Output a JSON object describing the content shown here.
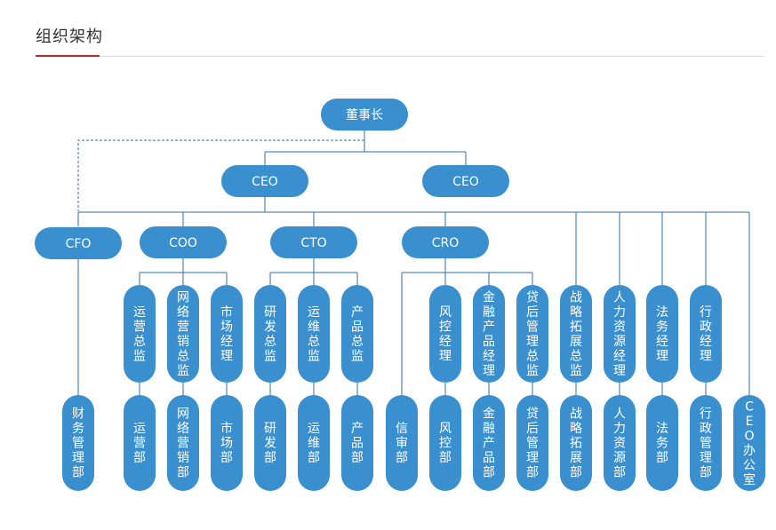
{
  "header": {
    "title": "组织架构"
  },
  "nodes": [
    {
      "id": "board",
      "label": "董事长"
    },
    {
      "id": "ceo1",
      "label": "CEO"
    },
    {
      "id": "ceo2",
      "label": "CEO"
    },
    {
      "id": "cfo",
      "label": "CFO"
    },
    {
      "id": "coo",
      "label": "COO"
    },
    {
      "id": "cto",
      "label": "CTO"
    },
    {
      "id": "cro",
      "label": "CRO"
    },
    {
      "id": "ops-director",
      "label": "运营总监"
    },
    {
      "id": "netmkt-director",
      "label": "网络营销总监"
    },
    {
      "id": "market-manager",
      "label": "市场经理"
    },
    {
      "id": "rd-director",
      "label": "研发总监"
    },
    {
      "id": "devops-director",
      "label": "运维总监"
    },
    {
      "id": "product-director",
      "label": "产品总监"
    },
    {
      "id": "risk-manager",
      "label": "风控经理"
    },
    {
      "id": "finprod-manager",
      "label": "金融产品经理"
    },
    {
      "id": "postloan-director",
      "label": "贷后管理总监"
    },
    {
      "id": "strategy-director",
      "label": "战略拓展总监"
    },
    {
      "id": "hr-manager",
      "label": "人力资源经理"
    },
    {
      "id": "legal-manager",
      "label": "法务经理"
    },
    {
      "id": "admin-manager",
      "label": "行政经理"
    },
    {
      "id": "finance-dept",
      "label": "财务管理部"
    },
    {
      "id": "ops-dept",
      "label": "运营部"
    },
    {
      "id": "netmkt-dept",
      "label": "网络营销部"
    },
    {
      "id": "market-dept",
      "label": "市场部"
    },
    {
      "id": "rd-dept",
      "label": "研发部"
    },
    {
      "id": "devops-dept",
      "label": "运维部"
    },
    {
      "id": "product-dept",
      "label": "产品部"
    },
    {
      "id": "credit-dept",
      "label": "信审部"
    },
    {
      "id": "risk-dept",
      "label": "风控部"
    },
    {
      "id": "finprod-dept",
      "label": "金融产品部"
    },
    {
      "id": "postloan-dept",
      "label": "贷后管理部"
    },
    {
      "id": "strategy-dept",
      "label": "战略拓展部"
    },
    {
      "id": "hr-dept",
      "label": "人力资源部"
    },
    {
      "id": "legal-dept",
      "label": "法务部"
    },
    {
      "id": "admin-dept",
      "label": "行政管理部"
    },
    {
      "id": "ceo-office",
      "label": "CEO办公室"
    }
  ],
  "colors": {
    "node": "#3a8fce",
    "line": "#2f6e9f",
    "accent": "#c0262d"
  }
}
